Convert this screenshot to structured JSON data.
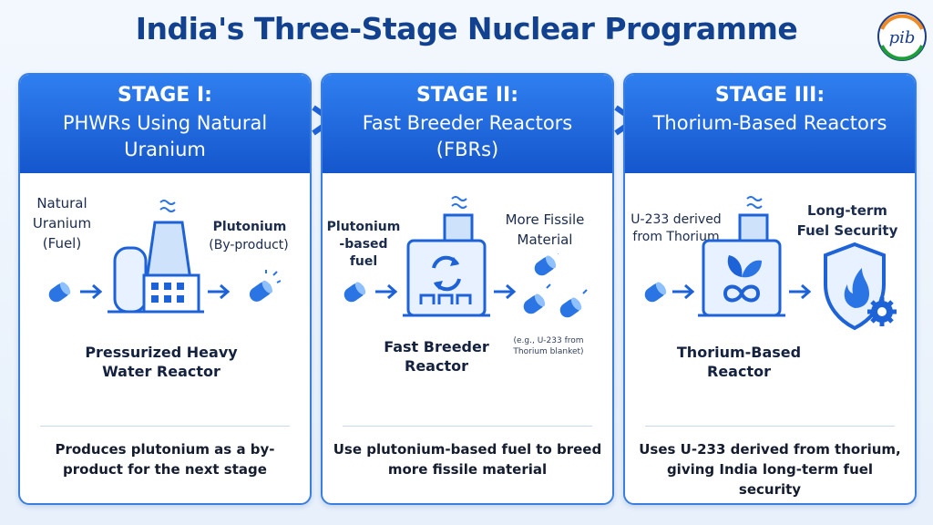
{
  "title": "India's Three-Stage Nuclear Programme",
  "logo_text": "PIB",
  "colors": {
    "primary": "#1556cc",
    "accent": "#2f7ff0",
    "title": "#12418f"
  },
  "stages": [
    {
      "label": "STAGE I:",
      "subtitle": "PHWRs Using Natural Uranium",
      "input_label": "Natural Uranium (Fuel)",
      "output_label": "Plutonium",
      "output_note": "(By-product)",
      "reactor_name": "Pressurized Heavy Water Reactor",
      "description": "Produces plutonium as a by-product for the next stage"
    },
    {
      "label": "STAGE II:",
      "subtitle": "Fast Breeder Reactors (FBRs)",
      "input_label": "Plutonium -based fuel",
      "output_label": "More Fissile Material",
      "output_note": "(e.g., U-233 from Thorium blanket)",
      "reactor_name": "Fast Breeder Reactor",
      "description": "Use plutonium-based fuel to breed more fissile material"
    },
    {
      "label": "STAGE III:",
      "subtitle": "Thorium-Based Reactors",
      "input_label": "U-233 derived from Thorium",
      "output_label": "Long-term Fuel Security",
      "reactor_name": "Thorium-Based Reactor",
      "description": "Uses U-233 derived from thorium, giving India long-term fuel security"
    }
  ]
}
